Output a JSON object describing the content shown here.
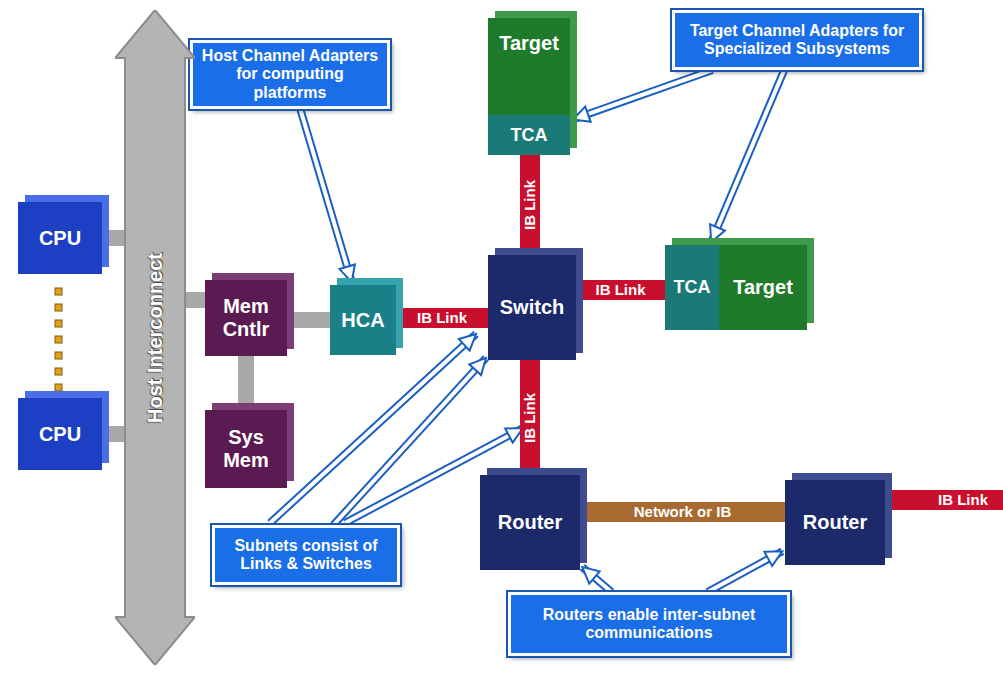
{
  "diagram": {
    "nodes": [
      {
        "text": [
          "Target"
        ]
      },
      {
        "text": [
          "TCA"
        ],
        "in": 0
      },
      {
        "text": [
          "Host Channel Adapters for computing platforms"
        ]
      },
      {
        "text": [
          "Target Channel Adapters for Specialized Subsystems"
        ]
      },
      {
        "text": [
          "CPU"
        ]
      },
      {
        "text": [
          "Host Interconnect"
        ]
      },
      {
        "text": [
          "Mem Cntlr"
        ]
      },
      {
        "text": [
          "HCA"
        ]
      },
      {
        "text": [
          "Switch"
        ]
      },
      {
        "text": [
          "Target"
        ]
      },
      {
        "text": [
          "TCA"
        ],
        "in": 9
      },
      {
        "text": [
          "CPU"
        ]
      },
      {
        "text": [
          "Sys Mem"
        ]
      },
      {
        "text": [
          "Router"
        ]
      },
      {
        "text": [
          "Router"
        ]
      },
      {
        "text": [
          "Subnets consist of Links & Switches"
        ]
      },
      {
        "text": [
          "Routers enable inter-subnet communications"
        ]
      }
    ],
    "edges": [
      {
        "from": 4,
        "to": 5,
        "arrow": "none"
      },
      {
        "from": 11,
        "to": 5,
        "arrow": "none"
      },
      {
        "from": 6,
        "to": 5,
        "arrow": "none"
      },
      {
        "from": 6,
        "to": 12,
        "arrow": "none"
      },
      {
        "from": 6,
        "to": 7,
        "arrow": "none"
      },
      {
        "from": 7,
        "to": 8,
        "label": "IB Link",
        "arrow": "none"
      },
      {
        "from": 8,
        "to": 1,
        "label": "IB Link",
        "arrow": "none"
      },
      {
        "from": 8,
        "to": 10,
        "label": "IB Link",
        "arrow": "none"
      },
      {
        "from": 8,
        "to": 13,
        "label": "IB Link",
        "arrow": "none"
      },
      {
        "from": 13,
        "to": 14,
        "label": "Network or IB",
        "arrow": "none"
      },
      {
        "from": 2,
        "to": 7,
        "arrow": "to"
      },
      {
        "from": 3,
        "to": 1,
        "arrow": "to"
      },
      {
        "from": 3,
        "to": 10,
        "arrow": "to"
      },
      {
        "from": 15,
        "to": 8,
        "arrow": "to"
      },
      {
        "from": 16,
        "to": 13,
        "arrow": "to"
      },
      {
        "from": 16,
        "to": 14,
        "arrow": "to"
      }
    ],
    "labels": [
      "IB Link"
    ]
  }
}
